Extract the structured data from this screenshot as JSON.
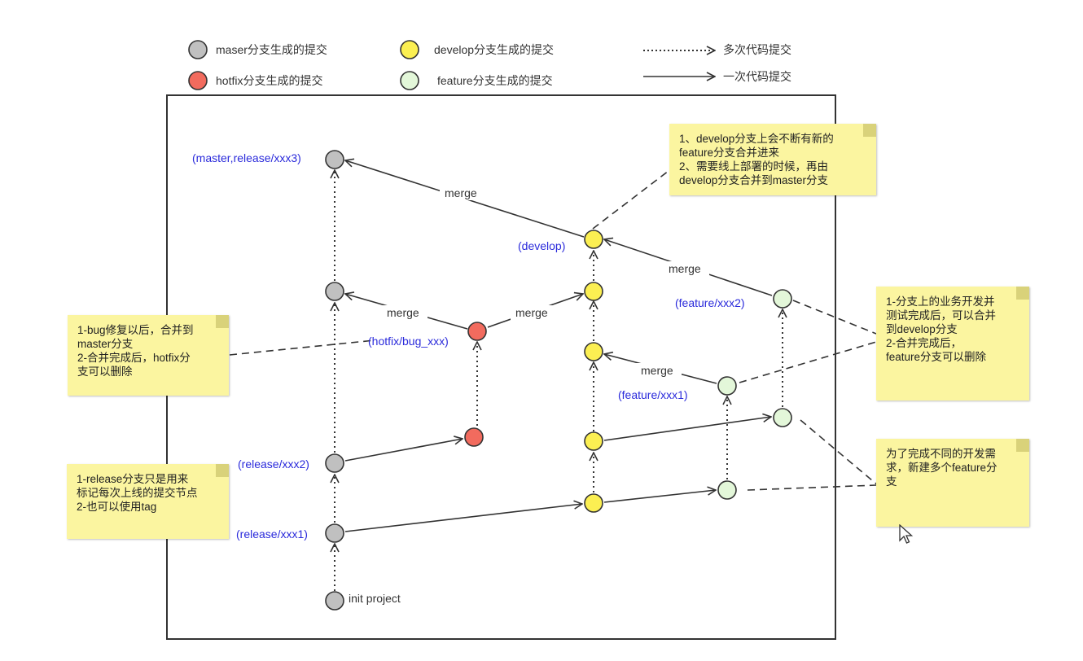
{
  "legend": {
    "master": "maser分支生成的提交",
    "hotfix": "hotfix分支生成的提交",
    "develop": "develop分支生成的提交",
    "feature": "feature分支生成的提交",
    "multi": "多次代码提交",
    "single": "一次代码提交"
  },
  "colors": {
    "master": "#c0c0c0",
    "hotfix": "#f26b5e",
    "develop": "#fbef52",
    "feature": "#e3f7d9",
    "label_blue": "#2a2adb",
    "note_bg": "#fbf5a0"
  },
  "labels": {
    "master_top": "(master,release/xxx3)",
    "develop": "(develop)",
    "feature2": "(feature/xxx2)",
    "hotfix": "(hotfix/bug_xxx)",
    "feature1": "(feature/xxx1)",
    "release2": "(release/xxx2)",
    "release1": "(release/xxx1)",
    "init": "init project",
    "merge": "merge"
  },
  "notes": {
    "develop": "1、develop分支上会不断有新的\nfeature分支合并进来\n2、需要线上部署的时候，再由\ndevelop分支合并到master分支",
    "hotfix": "1-bug修复以后，合并到\nmaster分支\n2-合并完成后，hotfix分\n支可以删除",
    "feature_merge": "1-分支上的业务开发并\n测试完成后，可以合并\n到develop分支\n2-合并完成后，\nfeature分支可以删除",
    "release": "1-release分支只是用来\n标记每次上线的提交节点\n2-也可以使用tag",
    "feature_new": "为了完成不同的开发需\n求，新建多个feature分\n支"
  }
}
